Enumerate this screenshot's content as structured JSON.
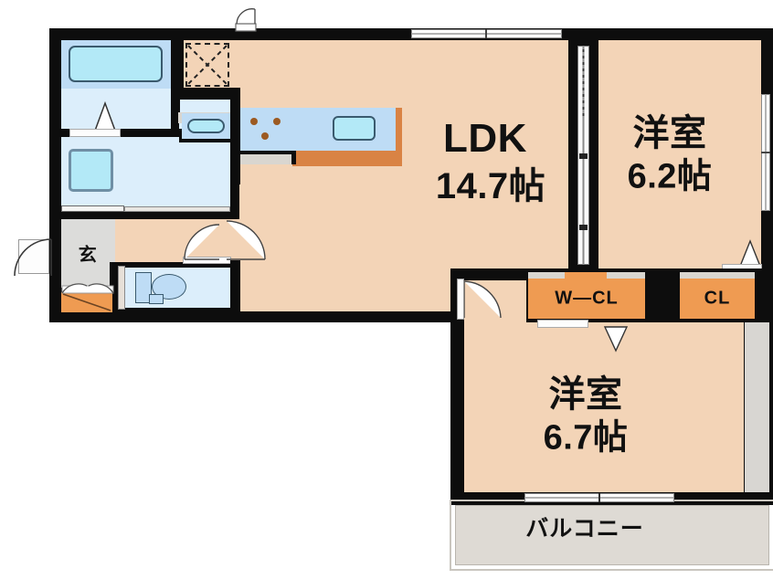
{
  "plan": {
    "title": "apartment-floor-plan",
    "unit_suffix": "帖"
  },
  "rooms": [
    {
      "id": "ldk",
      "name": "LDK",
      "area": "14.7帖",
      "label_line1": "LDK",
      "label_line2": "14.7帖"
    },
    {
      "id": "washitsu_top",
      "name": "洋室",
      "area": "6.2帖",
      "label_line1": "洋室",
      "label_line2": "6.2帖"
    },
    {
      "id": "washitsu_bottom",
      "name": "洋室",
      "area": "6.7帖",
      "label_line1": "洋室",
      "label_line2": "6.7帖"
    }
  ],
  "storage": [
    {
      "id": "wcl",
      "label": "W—CL"
    },
    {
      "id": "cl",
      "label": "CL"
    }
  ],
  "entrance": {
    "label": "玄"
  },
  "balcony": {
    "label": "バルコニー"
  },
  "colors": {
    "room_fill": "#f3d4b7",
    "wet_fill": "#dceefb",
    "tub_fill": "#b3e9f7",
    "fixture_fill": "#bedcf5",
    "closet_fill": "#ef9b52",
    "wall": "#0d0d0d",
    "balcony_fill": "#dedad4",
    "genkan_fill": "#dcdcda",
    "background": "#ffffff"
  },
  "fixtures": [
    {
      "id": "bathtub",
      "name": "bathtub"
    },
    {
      "id": "washbasin",
      "name": "wash-basin"
    },
    {
      "id": "washing-machine-pan",
      "name": "washing-machine-pan"
    },
    {
      "id": "toilet",
      "name": "toilet"
    },
    {
      "id": "kitchen-sink",
      "name": "kitchen-sink"
    },
    {
      "id": "stove",
      "name": "stove-three-burner"
    },
    {
      "id": "shoe-cabinet",
      "name": "shoe-cabinet"
    },
    {
      "id": "attic-hatch",
      "name": "attic-access-hatch"
    }
  ],
  "openings": [
    {
      "id": "entry-door",
      "name": "entrance-door"
    },
    {
      "id": "ldk-top-window",
      "name": "window"
    },
    {
      "id": "bedroom62-right-window",
      "name": "window"
    },
    {
      "id": "bedroom67-bottom-window",
      "name": "balcony-sliding-window"
    },
    {
      "id": "ldk-bedroom62-sliding",
      "name": "sliding-partition-door"
    }
  ]
}
